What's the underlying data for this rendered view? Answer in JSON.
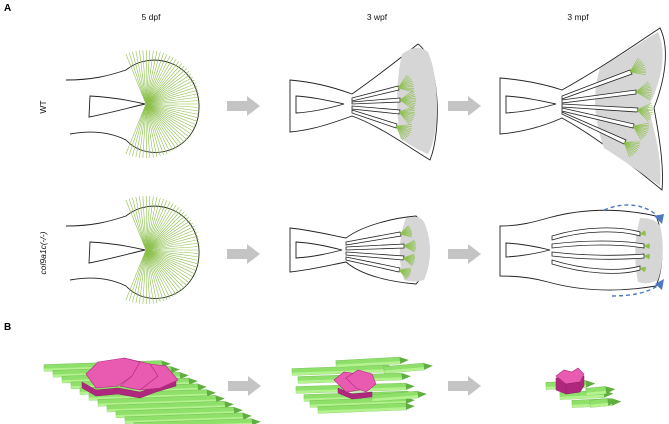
{
  "panels": {
    "a_label": "A",
    "b_label": "B"
  },
  "stages": [
    "5 dpf",
    "3 wpf",
    "3 mpf"
  ],
  "rows": {
    "wt": "WT",
    "mutant": "col9a1c(-/-)"
  },
  "colors": {
    "actinotrichia": "#8cc04b",
    "mineralized_region": "#d6d6d6",
    "progression_arrow": "#c4c4c4",
    "expansion_arrow": "#4d78c4",
    "fibers": "#8ee06a",
    "cells": "#e85bb0"
  }
}
